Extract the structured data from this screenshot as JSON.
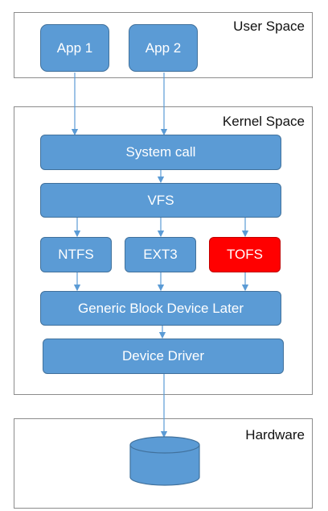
{
  "regions": {
    "user_space": "User Space",
    "kernel_space": "Kernel Space",
    "hardware": "Hardware"
  },
  "apps": {
    "app1": "App 1",
    "app2": "App 2"
  },
  "kernel": {
    "system_call": "System call",
    "vfs": "VFS",
    "ntfs": "NTFS",
    "ext3": "EXT3",
    "tofs": "TOFS",
    "generic_block": "Generic Block Device Later",
    "device_driver": "Device Driver"
  },
  "colors": {
    "box_fill": "#5b9bd5",
    "box_border": "#41719c",
    "highlight_fill": "#ff0000",
    "connector": "#5b9bd5"
  },
  "icons": {
    "storage": "disk-cylinder-icon"
  }
}
